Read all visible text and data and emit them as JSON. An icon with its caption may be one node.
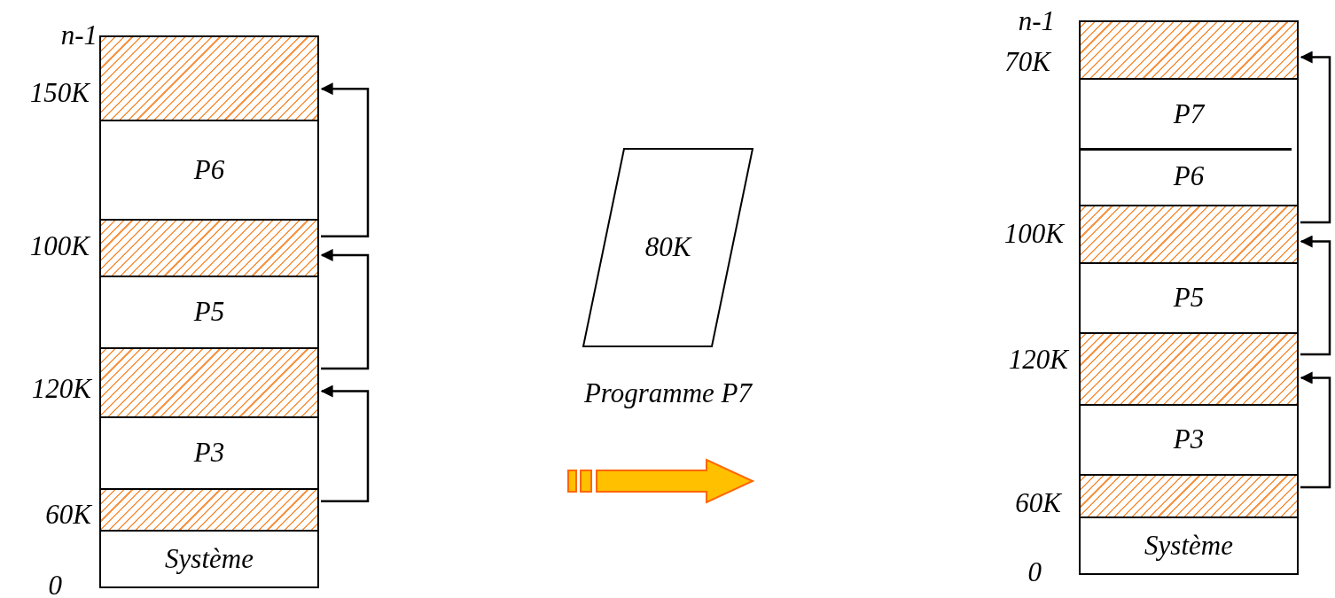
{
  "diagram": {
    "nodes": [
      {
        "text": [],
        "shape": "box"
      },
      {
        "text": [
          "P6"
        ]
      },
      {
        "text": [],
        "shape": "box"
      },
      {
        "text": [
          "P5"
        ]
      },
      {
        "text": [],
        "shape": "box"
      },
      {
        "text": [
          "P3"
        ]
      },
      {
        "text": [],
        "shape": "box"
      },
      {
        "text": [
          "Système"
        ]
      },
      {
        "text": [
          "80K"
        ],
        "beside": [
          "Programme P7"
        ]
      },
      {
        "text": [],
        "shape": "box"
      },
      {
        "text": [
          "P7"
        ]
      },
      {
        "text": [
          "P6"
        ]
      },
      {
        "text": [],
        "shape": "box"
      },
      {
        "text": [
          "P5"
        ]
      },
      {
        "text": [],
        "shape": "box"
      },
      {
        "text": [
          "P3"
        ]
      },
      {
        "text": [],
        "shape": "box"
      },
      {
        "text": [
          "Système"
        ]
      }
    ],
    "edges": [
      {
        "from": 6,
        "to": 4,
        "arrow": "to"
      },
      {
        "from": 4,
        "to": 2,
        "arrow": "to"
      },
      {
        "from": 2,
        "to": 0,
        "arrow": "to"
      },
      {
        "from": 16,
        "to": 14,
        "arrow": "to"
      },
      {
        "from": 14,
        "to": 12,
        "arrow": "to"
      },
      {
        "from": 12,
        "to": 9,
        "arrow": "to"
      }
    ],
    "labels": [
      "n-1",
      "150K",
      "100K",
      "120K",
      "60K",
      "0",
      "n-1",
      "70K",
      "100K",
      "120K",
      "60K",
      "0"
    ]
  }
}
